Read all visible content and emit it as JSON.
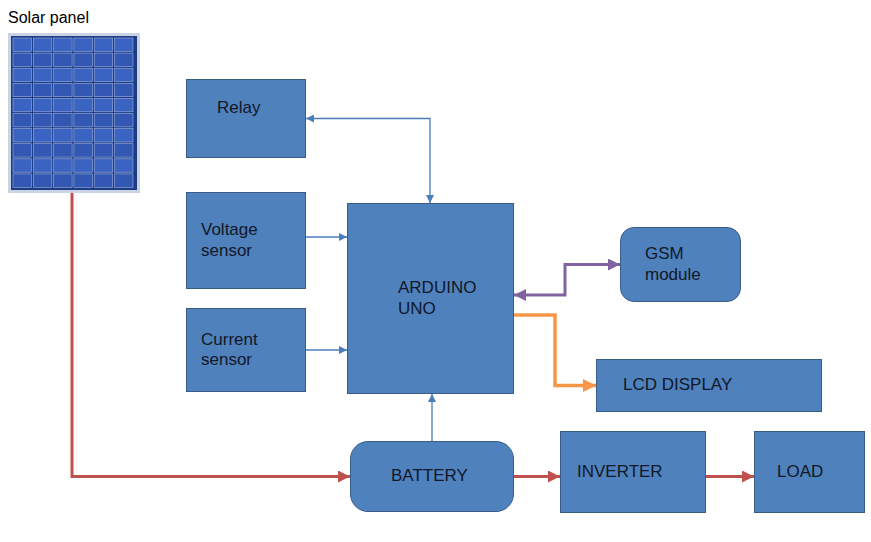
{
  "diagram": {
    "nodes": [
      {
        "text": [
          "Solar panel"
        ]
      },
      {
        "text": [
          "Relay"
        ]
      },
      {
        "text": [
          "Voltage sensor"
        ]
      },
      {
        "text": [
          "ARDUINO UNO"
        ]
      },
      {
        "text": [
          "GSM module"
        ]
      },
      {
        "text": [
          "Current sensor"
        ]
      },
      {
        "text": [
          "LCD DISPLAY"
        ]
      },
      {
        "text": [
          "BATTERY"
        ]
      },
      {
        "text": [
          "INVERTER"
        ]
      },
      {
        "text": [
          "LOAD"
        ]
      }
    ],
    "edges": [
      {
        "from": 1,
        "to": 3,
        "arrow": "both"
      },
      {
        "from": 2,
        "to": 3,
        "arrow": "to"
      },
      {
        "from": 3,
        "to": 4,
        "arrow": "both"
      },
      {
        "from": 3,
        "to": 6,
        "arrow": "to"
      },
      {
        "from": 5,
        "to": 3,
        "arrow": "to"
      },
      {
        "from": 0,
        "to": 7,
        "arrow": "to"
      },
      {
        "from": 7,
        "to": 3,
        "arrow": "to"
      },
      {
        "from": 7,
        "to": 8,
        "arrow": "to"
      },
      {
        "from": 8,
        "to": 9,
        "arrow": "to"
      }
    ]
  }
}
